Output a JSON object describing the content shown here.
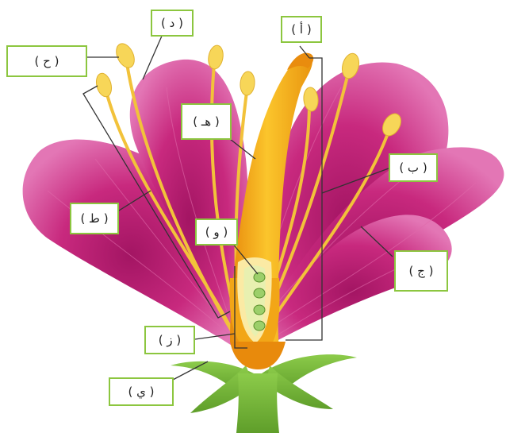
{
  "labels": {
    "a": "( أ )",
    "b": "( ب )",
    "j": "( ج )",
    "d": "( د )",
    "h": "( هـ )",
    "w": "( و )",
    "z": "( ز )",
    "ha": "( ح )",
    "ta": "( ط )",
    "y": "( ي )"
  },
  "colors": {
    "petal": "#c8297e",
    "petal_light": "#e170b0",
    "style": "#f4a614",
    "filament": "#f2c23a",
    "anther": "#f7d658",
    "ovule": "#9ccf6a",
    "sepal": "#7dbb3d",
    "label_border": "#8cc63f",
    "pointer": "#333333"
  }
}
